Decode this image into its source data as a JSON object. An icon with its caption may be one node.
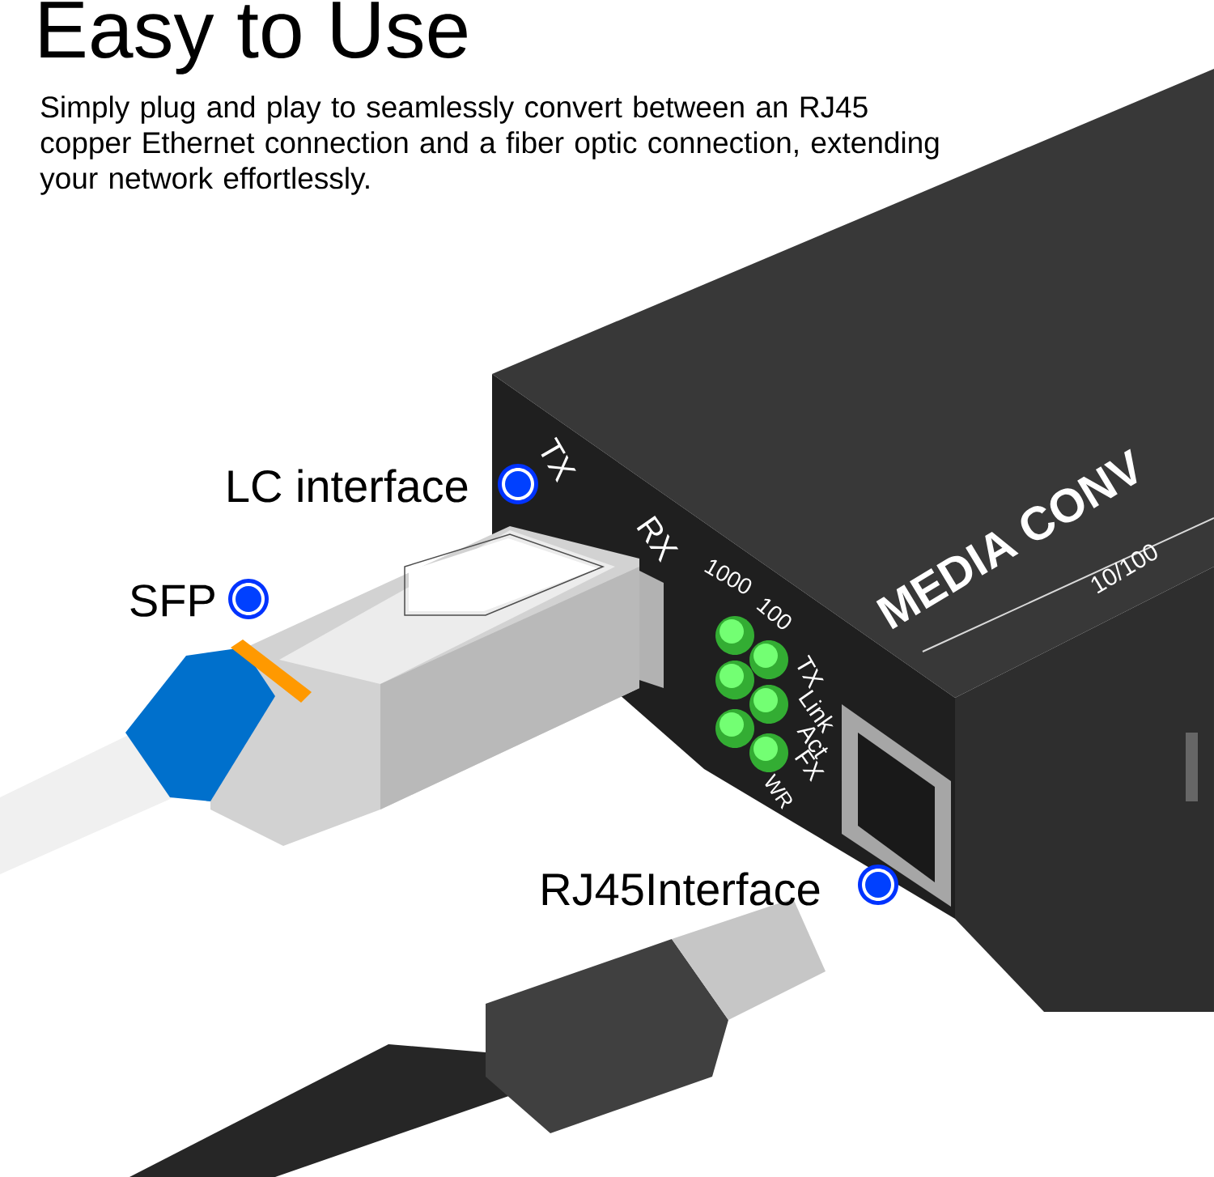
{
  "diagram": {
    "title": "Easy to Use",
    "labels": [
      "Simply plug and play to seamlessly convert between an RJ45 copper Ethernet connection and a fiber optic connection, extending your network effortlessly.",
      "LC interface",
      "SFP",
      "TX",
      "RX",
      "1000",
      "100",
      "MEDIA CONV",
      "10/100",
      "TX",
      "Link",
      "Act",
      "FX",
      "WR",
      "RJ45Interface"
    ]
  }
}
